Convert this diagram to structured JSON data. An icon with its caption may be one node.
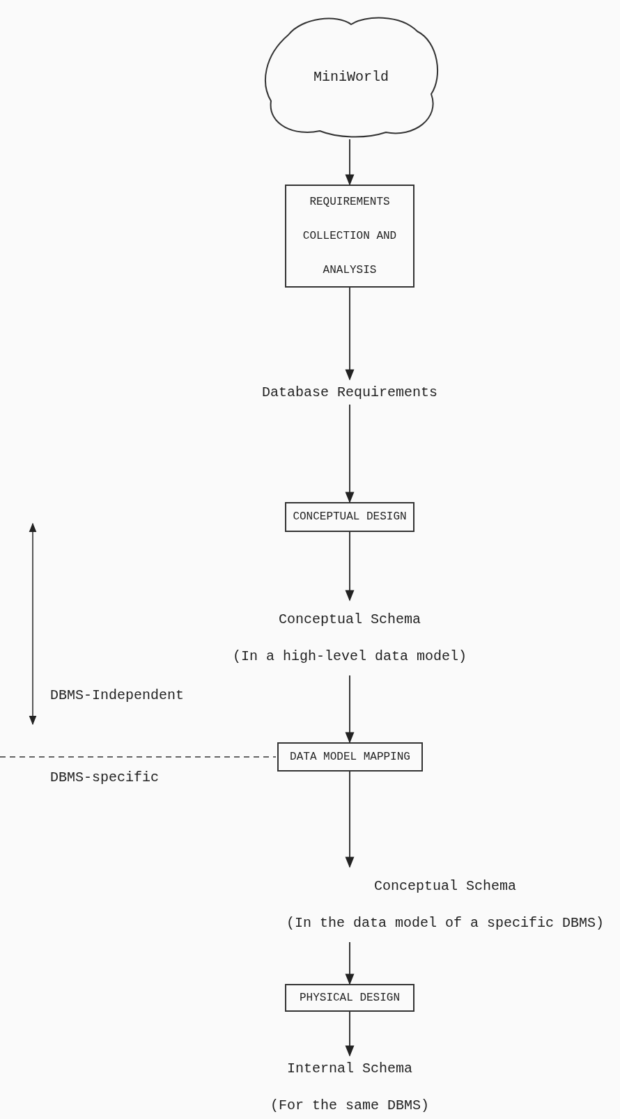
{
  "diagram": {
    "nodes": [
      {
        "text": [
          "MiniWorld"
        ]
      },
      {
        "text": [
          "REQUIREMENTS COLLECTION AND ANALYSIS"
        ]
      },
      {
        "text": [
          "Database Requirements"
        ]
      },
      {
        "text": [
          "CONCEPTUAL DESIGN"
        ]
      },
      {
        "text": [
          "Conceptual Schema",
          "(In a high-level data model)"
        ]
      },
      {
        "text": [
          "DATA MODEL MAPPING"
        ]
      },
      {
        "text": [
          "Conceptual Schema",
          "(In the data model of a specific DBMS)"
        ]
      },
      {
        "text": [
          "PHYSICAL DESIGN"
        ]
      },
      {
        "text": [
          "Internal Schema",
          "(For the same DBMS)"
        ]
      }
    ],
    "edges": [
      {
        "from": 0,
        "to": 1,
        "arrow": "to"
      },
      {
        "from": 1,
        "to": 2,
        "arrow": "to"
      },
      {
        "from": 2,
        "to": 3,
        "arrow": "to"
      },
      {
        "from": 3,
        "to": 4,
        "arrow": "to"
      },
      {
        "from": 4,
        "to": 5,
        "arrow": "to"
      },
      {
        "from": 5,
        "to": 6,
        "arrow": "to"
      },
      {
        "from": 6,
        "to": 7,
        "arrow": "to"
      },
      {
        "from": 7,
        "to": 8,
        "arrow": "to"
      }
    ],
    "labels": [
      "DBMS-Independent",
      "DBMS-specific"
    ]
  }
}
